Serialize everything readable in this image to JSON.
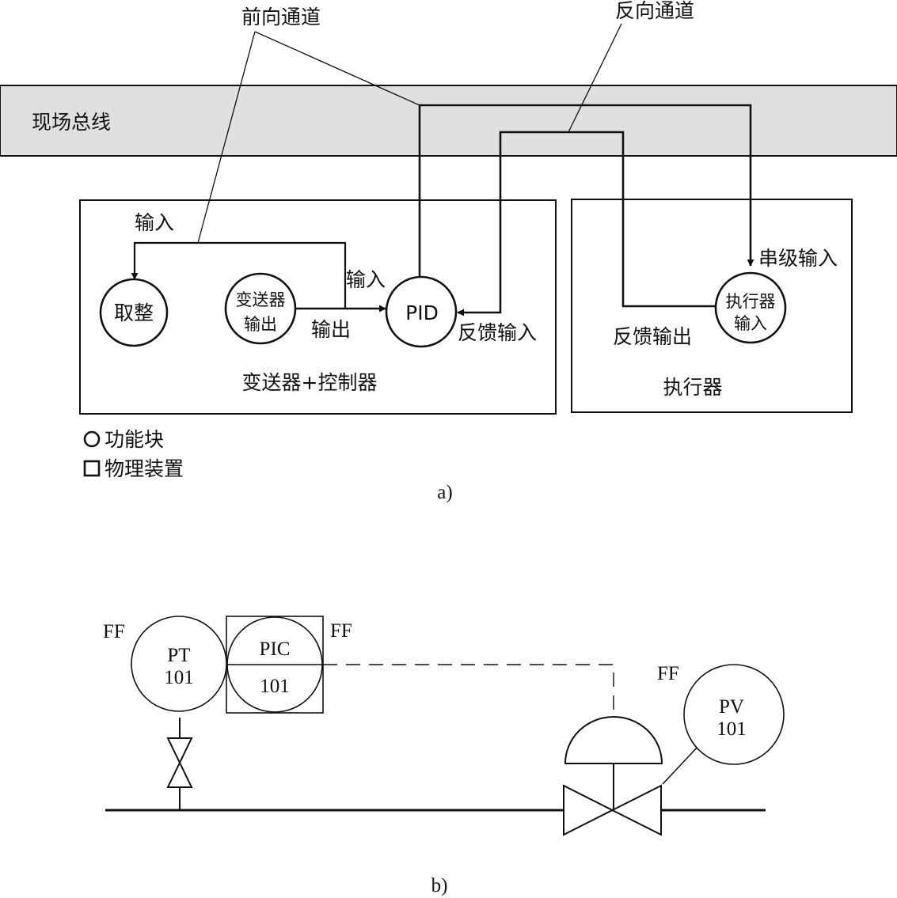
{
  "part_a": {
    "label": "a)",
    "forward_channel": "前向通道",
    "reverse_channel": "反向通道",
    "fieldbus": "现场总线",
    "transmitter_controller": {
      "title": "变送器+控制器",
      "input_top": "输入",
      "input_pid": "输入",
      "output": "输出",
      "feedback_input": "反馈输入",
      "block_round": "取整",
      "block_transmitter_line1": "变送器",
      "block_transmitter_line2": "输出",
      "block_pid": "PID"
    },
    "actuator": {
      "title": "执行器",
      "cascade_input": "串级输入",
      "feedback_output": "反馈输出",
      "block_line1": "执行器",
      "block_line2": "输入"
    },
    "legend": {
      "function_block": "功能块",
      "physical_device": "物理装置"
    }
  },
  "part_b": {
    "label": "b)",
    "pt": {
      "tag": "PT",
      "number": "101",
      "protocol": "FF"
    },
    "pic": {
      "tag": "PIC",
      "number": "101",
      "protocol": "FF"
    },
    "pv": {
      "tag": "PV",
      "number": "101",
      "protocol": "FF"
    }
  }
}
